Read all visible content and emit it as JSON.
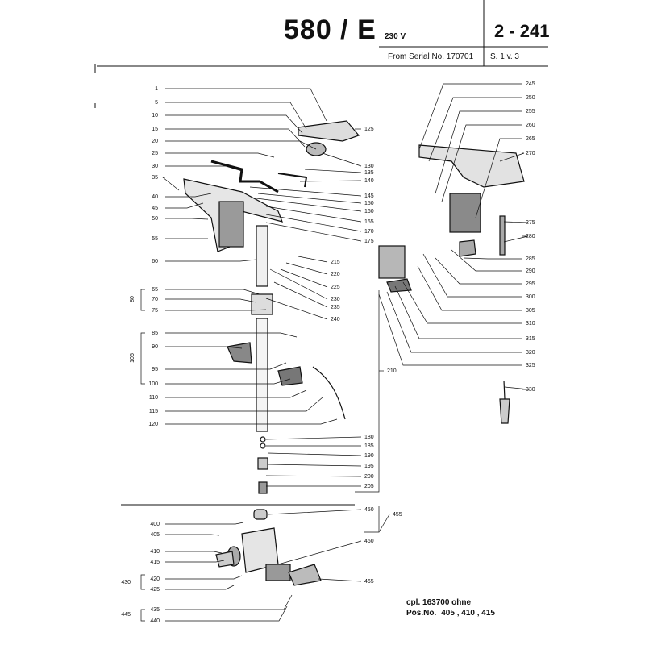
{
  "header": {
    "model": "580 / E",
    "voltage": "230 V",
    "serial": "From Serial No. 170701",
    "sheet_number": "2 - 241",
    "sheet_ref": "S. 1 v. 3"
  },
  "note": {
    "line1": "cpl. 163700  ohne",
    "line2_prefix": "Pos.No.",
    "line2_numbers": "405 , 410 , 415"
  },
  "labels": {
    "left": [
      "1",
      "5",
      "10",
      "15",
      "20",
      "25",
      "30",
      "35",
      "40",
      "45",
      "50",
      "55",
      "60",
      "65",
      "70",
      "75",
      "85",
      "90",
      "95",
      "100",
      "110",
      "115",
      "120"
    ],
    "left_groups": [
      "80",
      "105"
    ],
    "mid": [
      "125",
      "130",
      "135",
      "140",
      "145",
      "150",
      "160",
      "165",
      "170",
      "175",
      "215",
      "220",
      "225",
      "230",
      "235",
      "240",
      "210",
      "180",
      "185",
      "190",
      "195",
      "200",
      "205"
    ],
    "right": [
      "245",
      "250",
      "255",
      "260",
      "265",
      "270",
      "275",
      "280",
      "285",
      "290",
      "295",
      "300",
      "305",
      "310",
      "315",
      "320",
      "325",
      "330"
    ],
    "bottom_left": [
      "400",
      "405",
      "410",
      "415",
      "420",
      "425",
      "435",
      "440"
    ],
    "bottom_groups": [
      "430",
      "445"
    ],
    "bottom_right": [
      "450",
      "455",
      "460",
      "465"
    ]
  }
}
